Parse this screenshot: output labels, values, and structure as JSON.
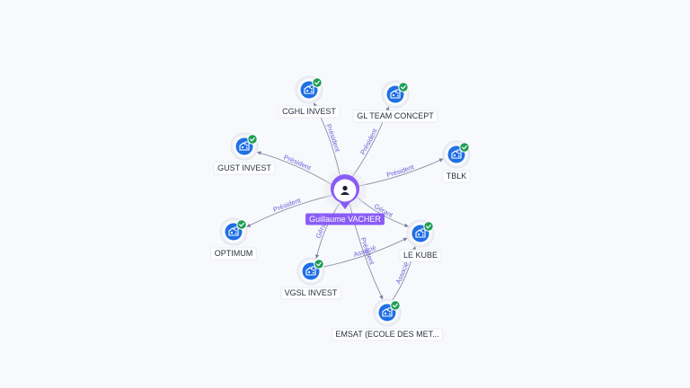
{
  "center": {
    "name": "Guillaume VACHER",
    "icon": "person-icon"
  },
  "nodes": [
    {
      "id": "cghl",
      "label": "CGHL INVEST",
      "icon": "company-icon",
      "verified": true
    },
    {
      "id": "glteam",
      "label": "GL TEAM CONCEPT",
      "icon": "company-icon",
      "verified": true
    },
    {
      "id": "gust",
      "label": "GUST INVEST",
      "icon": "company-icon",
      "verified": true
    },
    {
      "id": "tblk",
      "label": "TBLK",
      "icon": "company-icon",
      "verified": true
    },
    {
      "id": "optimum",
      "label": "OPTIMUM",
      "icon": "company-icon",
      "verified": true
    },
    {
      "id": "lekube",
      "label": "LE KUBE",
      "icon": "company-icon",
      "verified": true
    },
    {
      "id": "vgsl",
      "label": "VGSL INVEST",
      "icon": "company-icon",
      "verified": true
    },
    {
      "id": "emsat",
      "label": "EMSAT (ECOLE DES MET...",
      "icon": "company-icon",
      "verified": true
    }
  ],
  "edges": [
    {
      "from": "center",
      "to": "cghl",
      "label": "Président"
    },
    {
      "from": "center",
      "to": "glteam",
      "label": "Président"
    },
    {
      "from": "center",
      "to": "gust",
      "label": "Président"
    },
    {
      "from": "center",
      "to": "tblk",
      "label": "Président"
    },
    {
      "from": "center",
      "to": "optimum",
      "label": "Président"
    },
    {
      "from": "center",
      "to": "lekube",
      "label": "Gérant"
    },
    {
      "from": "center",
      "to": "vgsl",
      "label": "Gérant"
    },
    {
      "from": "center",
      "to": "emsat",
      "label": "Président"
    },
    {
      "from": "vgsl",
      "to": "lekube",
      "label": "Associé"
    },
    {
      "from": "emsat",
      "to": "lekube",
      "label": "Associé"
    }
  ],
  "colors": {
    "accent": "#8a5cf6",
    "company_icon_bg": "#1f6fe5",
    "verified_badge": "#1f9d55",
    "edge": "#8a90a3",
    "edge_label": "#6a5fd6"
  }
}
